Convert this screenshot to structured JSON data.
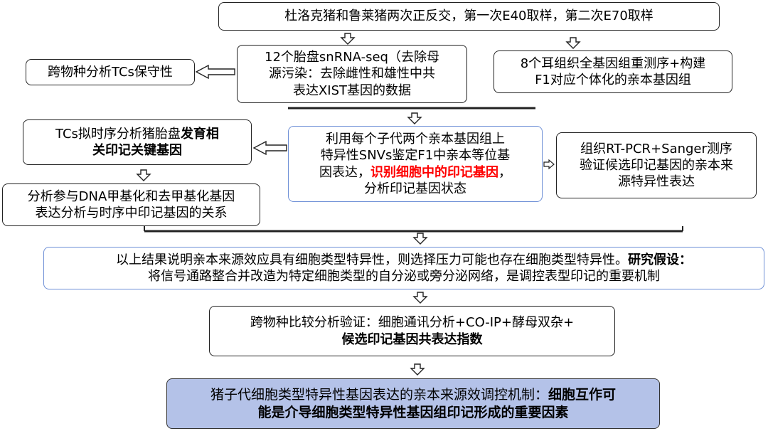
{
  "nodes": {
    "top": {
      "text": "杜洛克猪和鲁莱猪两次正反交，第一次E40取样，第二次E70取样"
    },
    "snrna": {
      "text": "12个胎盘snRNA-seq（去除母\n源污染：去除雌性和雄性中共\n表达XIST基因的数据"
    },
    "conservation": {
      "text": "跨物种分析TCs保守性"
    },
    "wgs": {
      "text": "8个耳组织全基因组重测序+构建\nF1对应个体化的亲本基因组"
    },
    "pseudotime": {
      "text1": "TCs拟时序分析猪胎盘",
      "bold": "发育相\n关印记关键基因"
    },
    "snv": {
      "text1": "利用每个子代两个亲本基因组上\n特异性SNVs鉴定F1中亲本等位基\n因表达，",
      "red": "识别细胞中的印记基因",
      "text2": "，\n分析印记基因状态"
    },
    "rtpcr": {
      "text": "组织RT-PCR+Sanger测序\n验证候选印记基因的亲本来\n源特异性表达"
    },
    "methyl": {
      "text": "分析参与DNA甲基化和去甲基化基因\n表达分析与时序中印记基因的关系"
    },
    "conclusion": {
      "text1": "以上结果说明亲本来源效应具有细胞类型特异性，则选择压力可能也存在细胞类型特异性。",
      "bold": "研究假设：",
      "text2": "\n将信号通路整合并改造为特定细胞类型的自分泌或旁分泌网络，是调控表型印记的重要机制"
    },
    "crossspecies": {
      "text1": "跨物种比较分析验证：细胞通讯分析+CO-IP+酵母双杂+\n",
      "bold": "候选印记基因共表达指数"
    },
    "final": {
      "text1": "猪子代细胞类型特异性基因表达的亲本来源效调控机制：",
      "bold": "细胞互作可\n能是介导细胞类型特异性基因组印记形成的重要因素"
    }
  },
  "colors": {
    "border": "#222222",
    "blue_border": "#6d8fd6",
    "final_fill": "#b4c2e8",
    "highlight": "#ff0000"
  }
}
